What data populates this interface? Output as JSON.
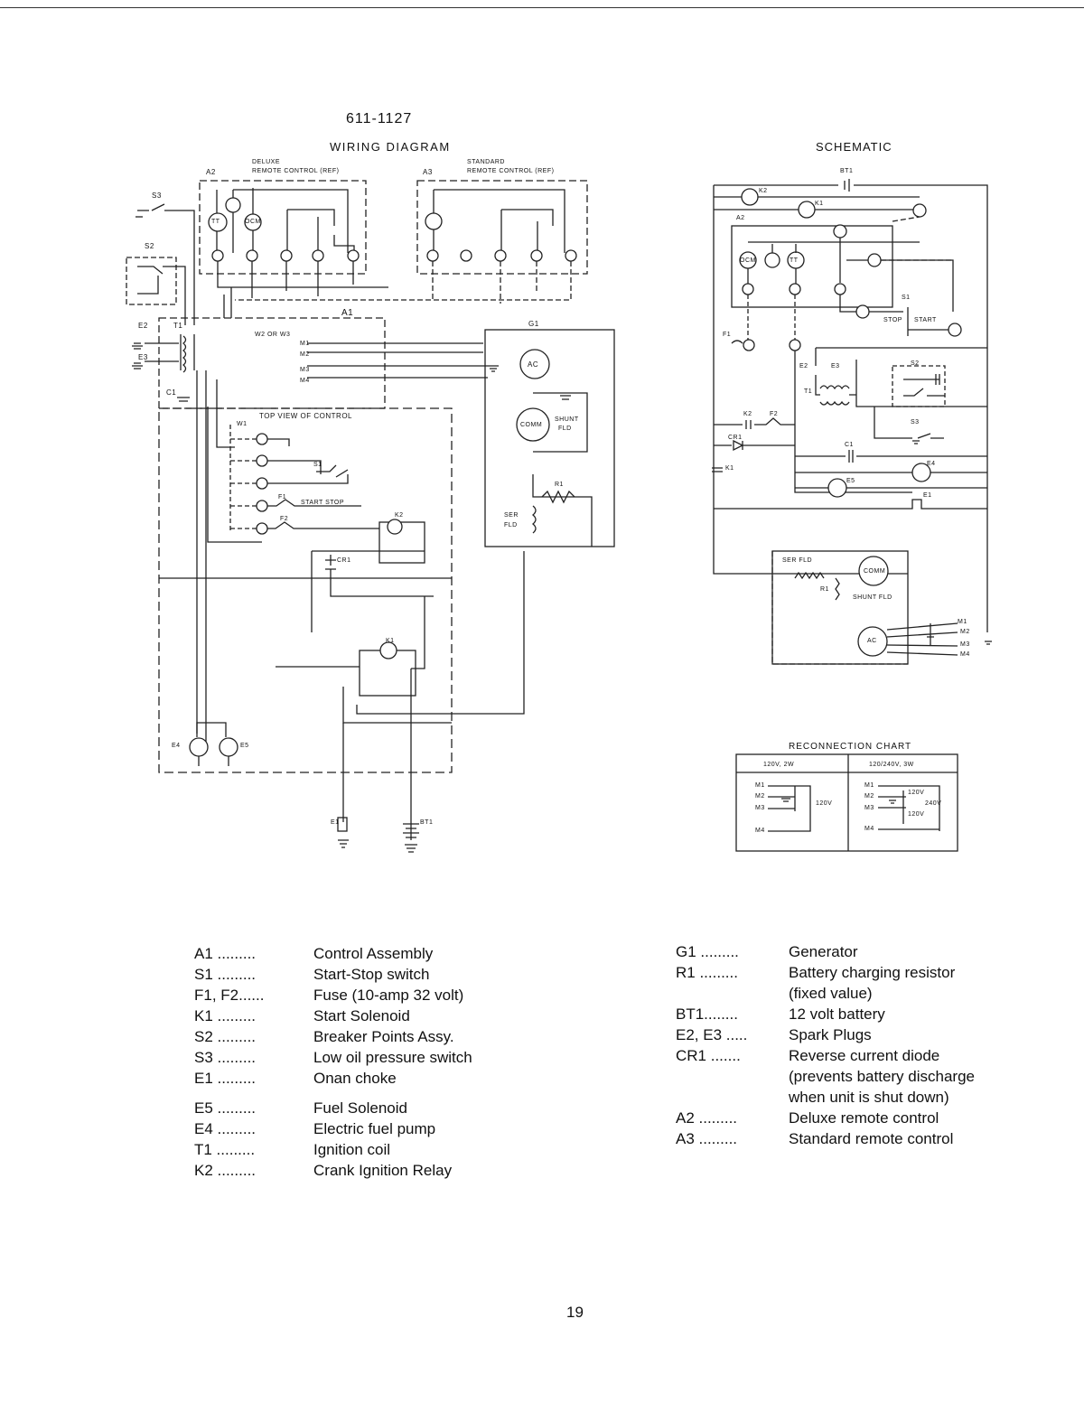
{
  "header": {
    "part_number": "611-1127",
    "wiring_title": "WIRING  DIAGRAM",
    "schematic_title": "SCHEMATIC"
  },
  "wiring_diagram": {
    "deluxe_label": "DELUXE",
    "deluxe_remote": "REMOTE  CONTROL (REF)",
    "a2": "A2",
    "standard_label": "STANDARD",
    "standard_remote": "REMOTE  CONTROL (REF)",
    "a3": "A3",
    "s3": "S3",
    "s2": "S2",
    "e2": "E2",
    "e3": "E3",
    "t1": "T1",
    "c1": "C1",
    "a1": "A1",
    "w2w3": "W2 OR W3",
    "m1": "M1",
    "m2": "M2",
    "m3": "M3",
    "m4": "M4",
    "g1": "G1",
    "ac": "AC",
    "comm": "COMM",
    "shunt": "SHUNT",
    "fld": "FLD",
    "r1": "R1",
    "ser": "SER",
    "ser_fld": "FLD",
    "top_view": "TOP VIEW OF CONTROL",
    "w1": "W1",
    "s1": "S1",
    "f1": "F1",
    "f2": "F2",
    "start_stop": "START  STOP",
    "k2": "K2",
    "cr1": "CR1",
    "k1": "K1",
    "e4": "E4",
    "e5": "E5",
    "e1": "E1",
    "bt1": "BT1",
    "tt": "TT",
    "ocm": "OCM"
  },
  "schematic": {
    "bt1": "BT1",
    "k2": "K2",
    "k1": "K1",
    "a2": "A2",
    "ocm": "OCM",
    "tt": "TT",
    "s1": "S1",
    "stop": "STOP",
    "start": "START",
    "f1": "F1",
    "e2": "E2",
    "e3": "E3",
    "t1": "T1",
    "s2": "S2",
    "s3": "S3",
    "f2": "F2",
    "k2b": "K2",
    "cr1": "CR1",
    "k1b": "K1",
    "c1": "C1",
    "e4": "E4",
    "e5": "E5",
    "e1": "E1",
    "ser_fld": "SER  FLD",
    "comm": "COMM",
    "r1": "R1",
    "shunt_fld": "SHUNT  FLD",
    "ac": "AC",
    "m1": "M1",
    "m2": "M2",
    "m3": "M3",
    "m4": "M4"
  },
  "reconnection_chart": {
    "title": "RECONNECTION  CHART",
    "col1_header": "120V, 2W",
    "col2_header": "120/240V, 3W",
    "m1": "M1",
    "m2": "M2",
    "m3": "M3",
    "m4": "M4",
    "v120": "120V",
    "v120a": "120V",
    "v120b": "120V",
    "v240": "240V"
  },
  "legend_left": [
    {
      "code": "A1 .........",
      "desc": "Control Assembly"
    },
    {
      "code": "S1 .........",
      "desc": "Start-Stop switch"
    },
    {
      "code": "F1, F2......",
      "desc": "Fuse (10-amp 32 volt)"
    },
    {
      "code": "K1 .........",
      "desc": "Start Solenoid"
    },
    {
      "code": "S2 .........",
      "desc": "Breaker Points Assy."
    },
    {
      "code": "S3 .........",
      "desc": "Low oil pressure switch"
    },
    {
      "code": "E1 .........",
      "desc": "Onan choke"
    },
    {
      "code": "E5 .........",
      "desc": "Fuel Solenoid"
    },
    {
      "code": "E4 .........",
      "desc": "Electric fuel pump"
    },
    {
      "code": "T1 .........",
      "desc": "Ignition coil"
    },
    {
      "code": "K2 .........",
      "desc": "Crank Ignition Relay"
    }
  ],
  "legend_right": [
    {
      "code": "G1 .........",
      "desc": "Generator"
    },
    {
      "code": "R1 .........",
      "desc": "Battery charging resistor"
    },
    {
      "code": "",
      "desc": "(fixed value)"
    },
    {
      "code": "BT1........",
      "desc": "12 volt battery"
    },
    {
      "code": "E2, E3 .....",
      "desc": "Spark Plugs"
    },
    {
      "code": "CR1 .......",
      "desc": "Reverse current diode"
    },
    {
      "code": "",
      "desc": "(prevents battery discharge"
    },
    {
      "code": "",
      "desc": "when unit is shut down)"
    },
    {
      "code": "A2 .........",
      "desc": "Deluxe remote control"
    },
    {
      "code": "A3 .........",
      "desc": "Standard remote control"
    }
  ],
  "page_number": "19"
}
